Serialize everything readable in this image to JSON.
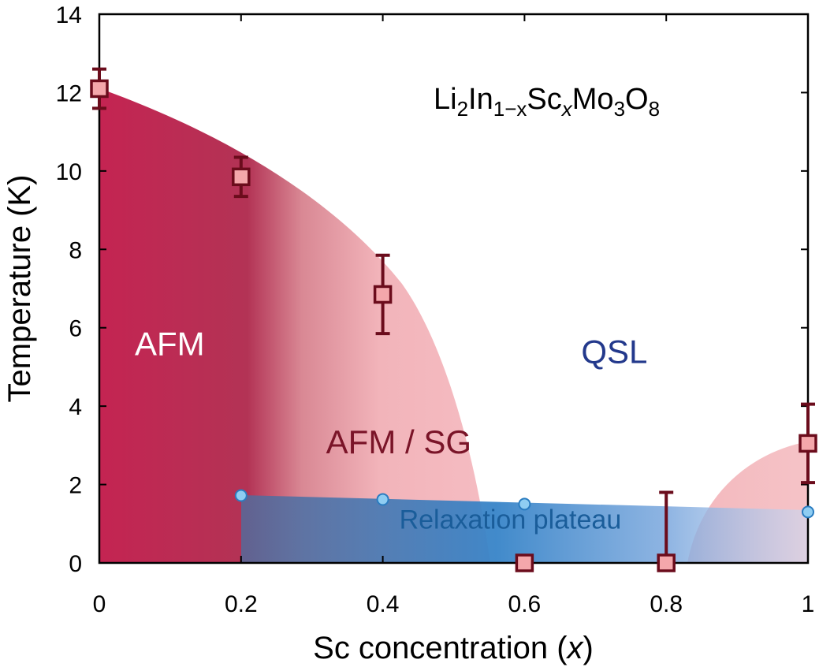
{
  "chart_data": {
    "type": "scatter",
    "xlabel_text": "Sc concentration (",
    "xlabel_var": "x",
    "xlabel_close": ")",
    "ylabel": "Temperature (K)",
    "xlim": [
      0,
      1
    ],
    "ylim": [
      0,
      14
    ],
    "xticks": [
      {
        "value": 0,
        "label": "0"
      },
      {
        "value": 0.2,
        "label": "0.2"
      },
      {
        "value": 0.4,
        "label": "0.4"
      },
      {
        "value": 0.6,
        "label": "0.6"
      },
      {
        "value": 0.8,
        "label": "0.8"
      },
      {
        "value": 1,
        "label": "1"
      }
    ],
    "yticks": [
      {
        "value": 0,
        "label": "0"
      },
      {
        "value": 2,
        "label": "2"
      },
      {
        "value": 4,
        "label": "4"
      },
      {
        "value": 6,
        "label": "6"
      },
      {
        "value": 8,
        "label": "8"
      },
      {
        "value": 10,
        "label": "10"
      },
      {
        "value": 12,
        "label": "12"
      },
      {
        "value": 14,
        "label": "14"
      }
    ],
    "grid": false,
    "formula": {
      "li": "Li",
      "li_sub": "2",
      "in": "In",
      "in_sub": "1−x",
      "sc": "Sc",
      "sc_sub": "x",
      "mo": "Mo",
      "mo_sub": "3",
      "o": "O",
      "o_sub": "8"
    },
    "regions": [
      {
        "label": "AFM",
        "color": "#ffffff",
        "x": 0.05,
        "y": 5.3
      },
      {
        "label": "AFM / SG",
        "color": "#7a1428",
        "x": 0.32,
        "y": 2.8
      },
      {
        "label": "QSL",
        "color": "#23398c",
        "x": 0.68,
        "y": 5.1
      },
      {
        "label": "Relaxation plateau",
        "color": "#1a5d9a",
        "x": 0.58,
        "y": 0.88
      }
    ],
    "colors": {
      "afm": "#c0254f",
      "sg": "#f3b8be",
      "plateau": "#3b86c6",
      "marker_fill": "#f4a7ab",
      "marker_edge": "#6b0c1c",
      "circle_fill": "#8fcdf2",
      "circle_edge": "#2a7cc0"
    },
    "series": [
      {
        "marker": "square",
        "points": [
          {
            "x": 0,
            "y": 12.1,
            "yerr": 0.5
          },
          {
            "x": 0.2,
            "y": 9.85,
            "yerr": 0.5
          },
          {
            "x": 0.4,
            "y": 6.85,
            "yerr": 1.0
          },
          {
            "x": 0.6,
            "y": 0,
            "yerr": 0
          },
          {
            "x": 0.8,
            "y": 0,
            "yerr_up": 1.8,
            "yerr_down": 0
          },
          {
            "x": 1.0,
            "y": 3.05,
            "yerr": 1.0
          }
        ]
      },
      {
        "marker": "circle",
        "points": [
          {
            "x": 0.2,
            "y": 1.72
          },
          {
            "x": 0.4,
            "y": 1.62
          },
          {
            "x": 0.6,
            "y": 1.5
          },
          {
            "x": 1.0,
            "y": 1.3
          }
        ]
      }
    ]
  }
}
